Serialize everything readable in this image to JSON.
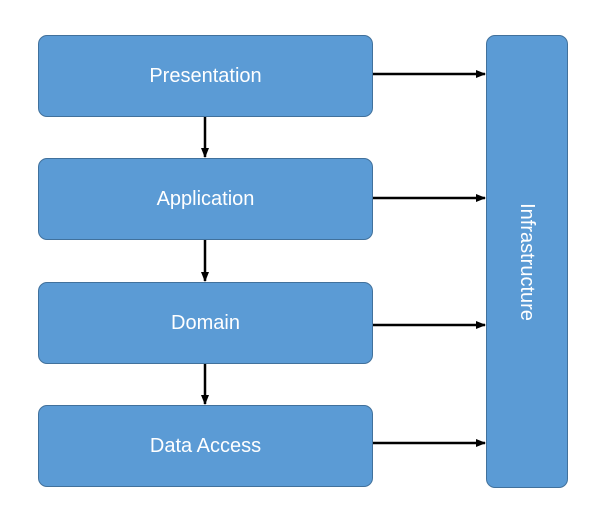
{
  "layers": {
    "presentation": "Presentation",
    "application": "Application",
    "domain": "Domain",
    "data_access": "Data Access"
  },
  "infrastructure": "Infrastructure",
  "colors": {
    "box_fill": "#5b9bd5",
    "box_border": "#41719c",
    "text": "#ffffff",
    "arrow": "#000000"
  }
}
